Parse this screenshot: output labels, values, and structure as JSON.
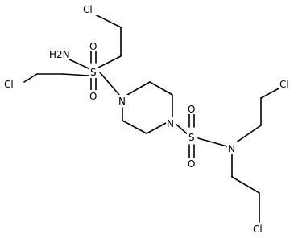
{
  "structure": {
    "atoms": {
      "cl_top": "Cl",
      "amine": "H2N",
      "s_left": "S",
      "o_left_top": "O",
      "o_left_bottom": "O",
      "cl_left": "Cl",
      "n_piperazine_left": "N",
      "n_piperazine_right": "N",
      "s_right": "S",
      "o_right_top": "O",
      "o_right_bottom": "O",
      "n_sulfonamide": "N",
      "cl_right_top": "Cl",
      "cl_right_bottom": "Cl"
    }
  }
}
